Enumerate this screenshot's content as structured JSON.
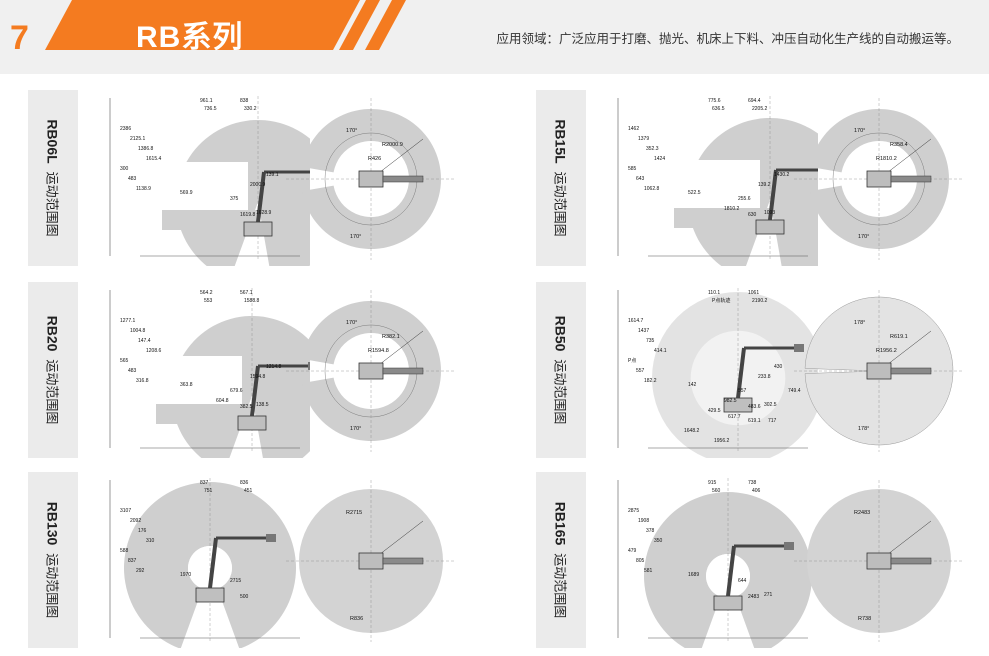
{
  "header": {
    "number": "7",
    "title": "RB系列",
    "application": "应用领域：广泛应用于打磨、抛光、机床上下料、冲压自动化生产线的自动搬运等。",
    "accent_color": "#f47b20"
  },
  "caption_suffix": "运动范围图",
  "robots": [
    {
      "model": "RB06L",
      "side_dims": [
        "961.1",
        "838",
        "736.5",
        "330.2",
        "2386",
        "2125.1",
        "1386.8",
        "1615.4",
        "300",
        "483",
        "1138.9",
        "569.9",
        "375",
        "1619.8",
        "1628.9",
        "139.1",
        "2000.9"
      ],
      "top_dims": [
        "170°",
        "170°",
        "R426",
        "R2000.9"
      ]
    },
    {
      "model": "RB15L",
      "side_dims": [
        "775.6",
        "694.4",
        "636.5",
        "2205.2",
        "1462",
        "1379",
        "352.3",
        "1424",
        "585",
        "643",
        "1062.8",
        "522.5",
        "255.6",
        "630",
        "1093",
        "1430.2",
        "139.2",
        "1810.2"
      ],
      "top_dims": [
        "170°",
        "170°",
        "R1810.2",
        "R358.4"
      ]
    },
    {
      "model": "RB20",
      "side_dims": [
        "564.2",
        "567.1",
        "553",
        "1588.8",
        "1277.1",
        "1004.8",
        "147.4",
        "1208.6",
        "565",
        "483",
        "316.8",
        "363.8",
        "679.6",
        "382.5",
        "138.5",
        "1214.8",
        "1594.8",
        "604.8"
      ],
      "top_dims": [
        "170°",
        "170°",
        "R1594.8",
        "R382.1"
      ]
    },
    {
      "model": "RB50",
      "side_dims": [
        "110.1",
        "1061",
        "P点轨迹",
        "2190.2",
        "1614.7",
        "1437",
        "735",
        "414.1",
        "P点",
        "557",
        "182.2",
        "142",
        "557",
        "483.6",
        "302.5",
        "430",
        "233.8",
        "982.5",
        "749.4",
        "429.5",
        "617.7",
        "619.1",
        "717",
        "1648.2",
        "1956.2"
      ],
      "top_dims": [
        "178°",
        "178°",
        "R1956.2",
        "R619.1"
      ]
    },
    {
      "model": "RB130",
      "side_dims": [
        "837",
        "836",
        "751",
        "451",
        "3107",
        "2092",
        "176",
        "310",
        "588",
        "837",
        "292",
        "1970",
        "2715",
        "500"
      ],
      "top_dims": [
        "R2715",
        "R836"
      ]
    },
    {
      "model": "RB165",
      "side_dims": [
        "915",
        "738",
        "560",
        "406",
        "2875",
        "1908",
        "378",
        "350",
        "479",
        "805",
        "581",
        "1689",
        "644",
        "2483",
        "271"
      ],
      "top_dims": [
        "R2483",
        "R738"
      ]
    }
  ]
}
